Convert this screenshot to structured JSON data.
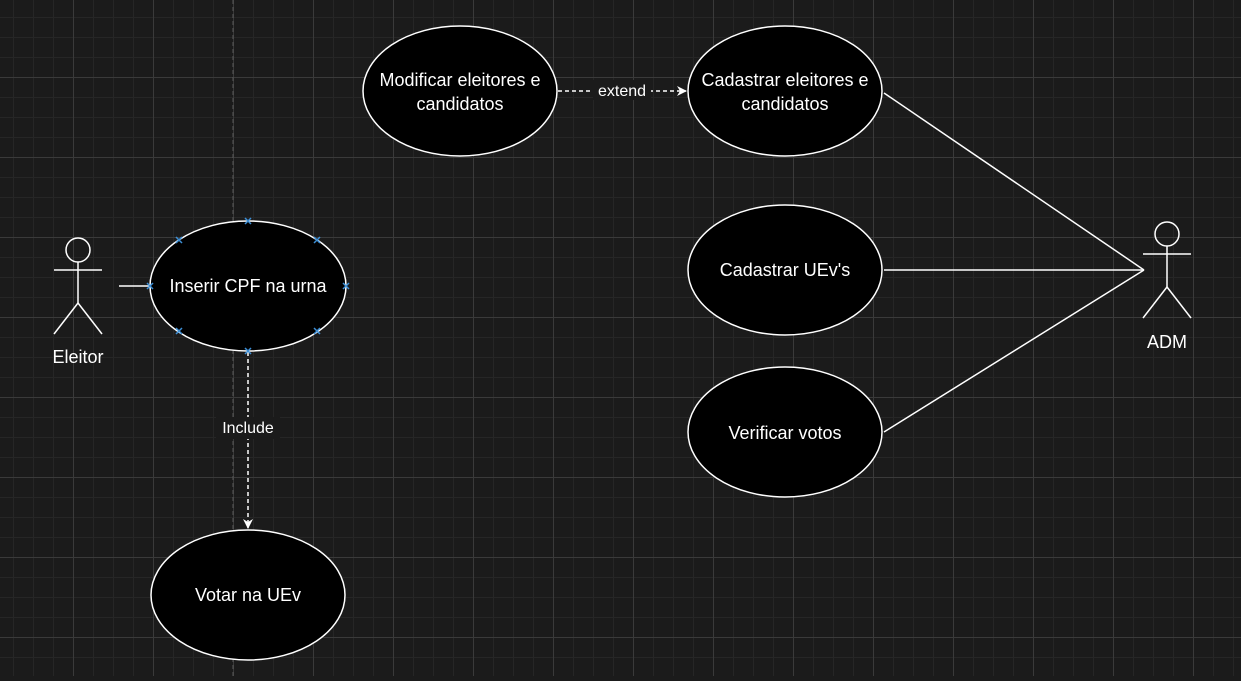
{
  "colors": {
    "background": "#1b1b1b",
    "shape_fill": "#000000",
    "stroke": "#ffffff",
    "text": "#ffffff",
    "selection_handle": "#3d8fd6"
  },
  "actors": {
    "eleitor": {
      "label": "Eleitor"
    },
    "adm": {
      "label": "ADM"
    }
  },
  "use_cases": {
    "modificar": {
      "line1": "Modificar eleitores e",
      "line2": "candidatos"
    },
    "cadastrar_eleitores": {
      "line1": "Cadastrar eleitores e",
      "line2": "candidatos"
    },
    "inserir_cpf": {
      "label": "Inserir CPF na urna"
    },
    "cadastrar_uevs": {
      "label": "Cadastrar UEv's"
    },
    "verificar_votos": {
      "label": "Verificar votos"
    },
    "votar": {
      "label": "Votar na UEv"
    }
  },
  "relations": {
    "extend_label": "extend",
    "include_label": "Include"
  }
}
